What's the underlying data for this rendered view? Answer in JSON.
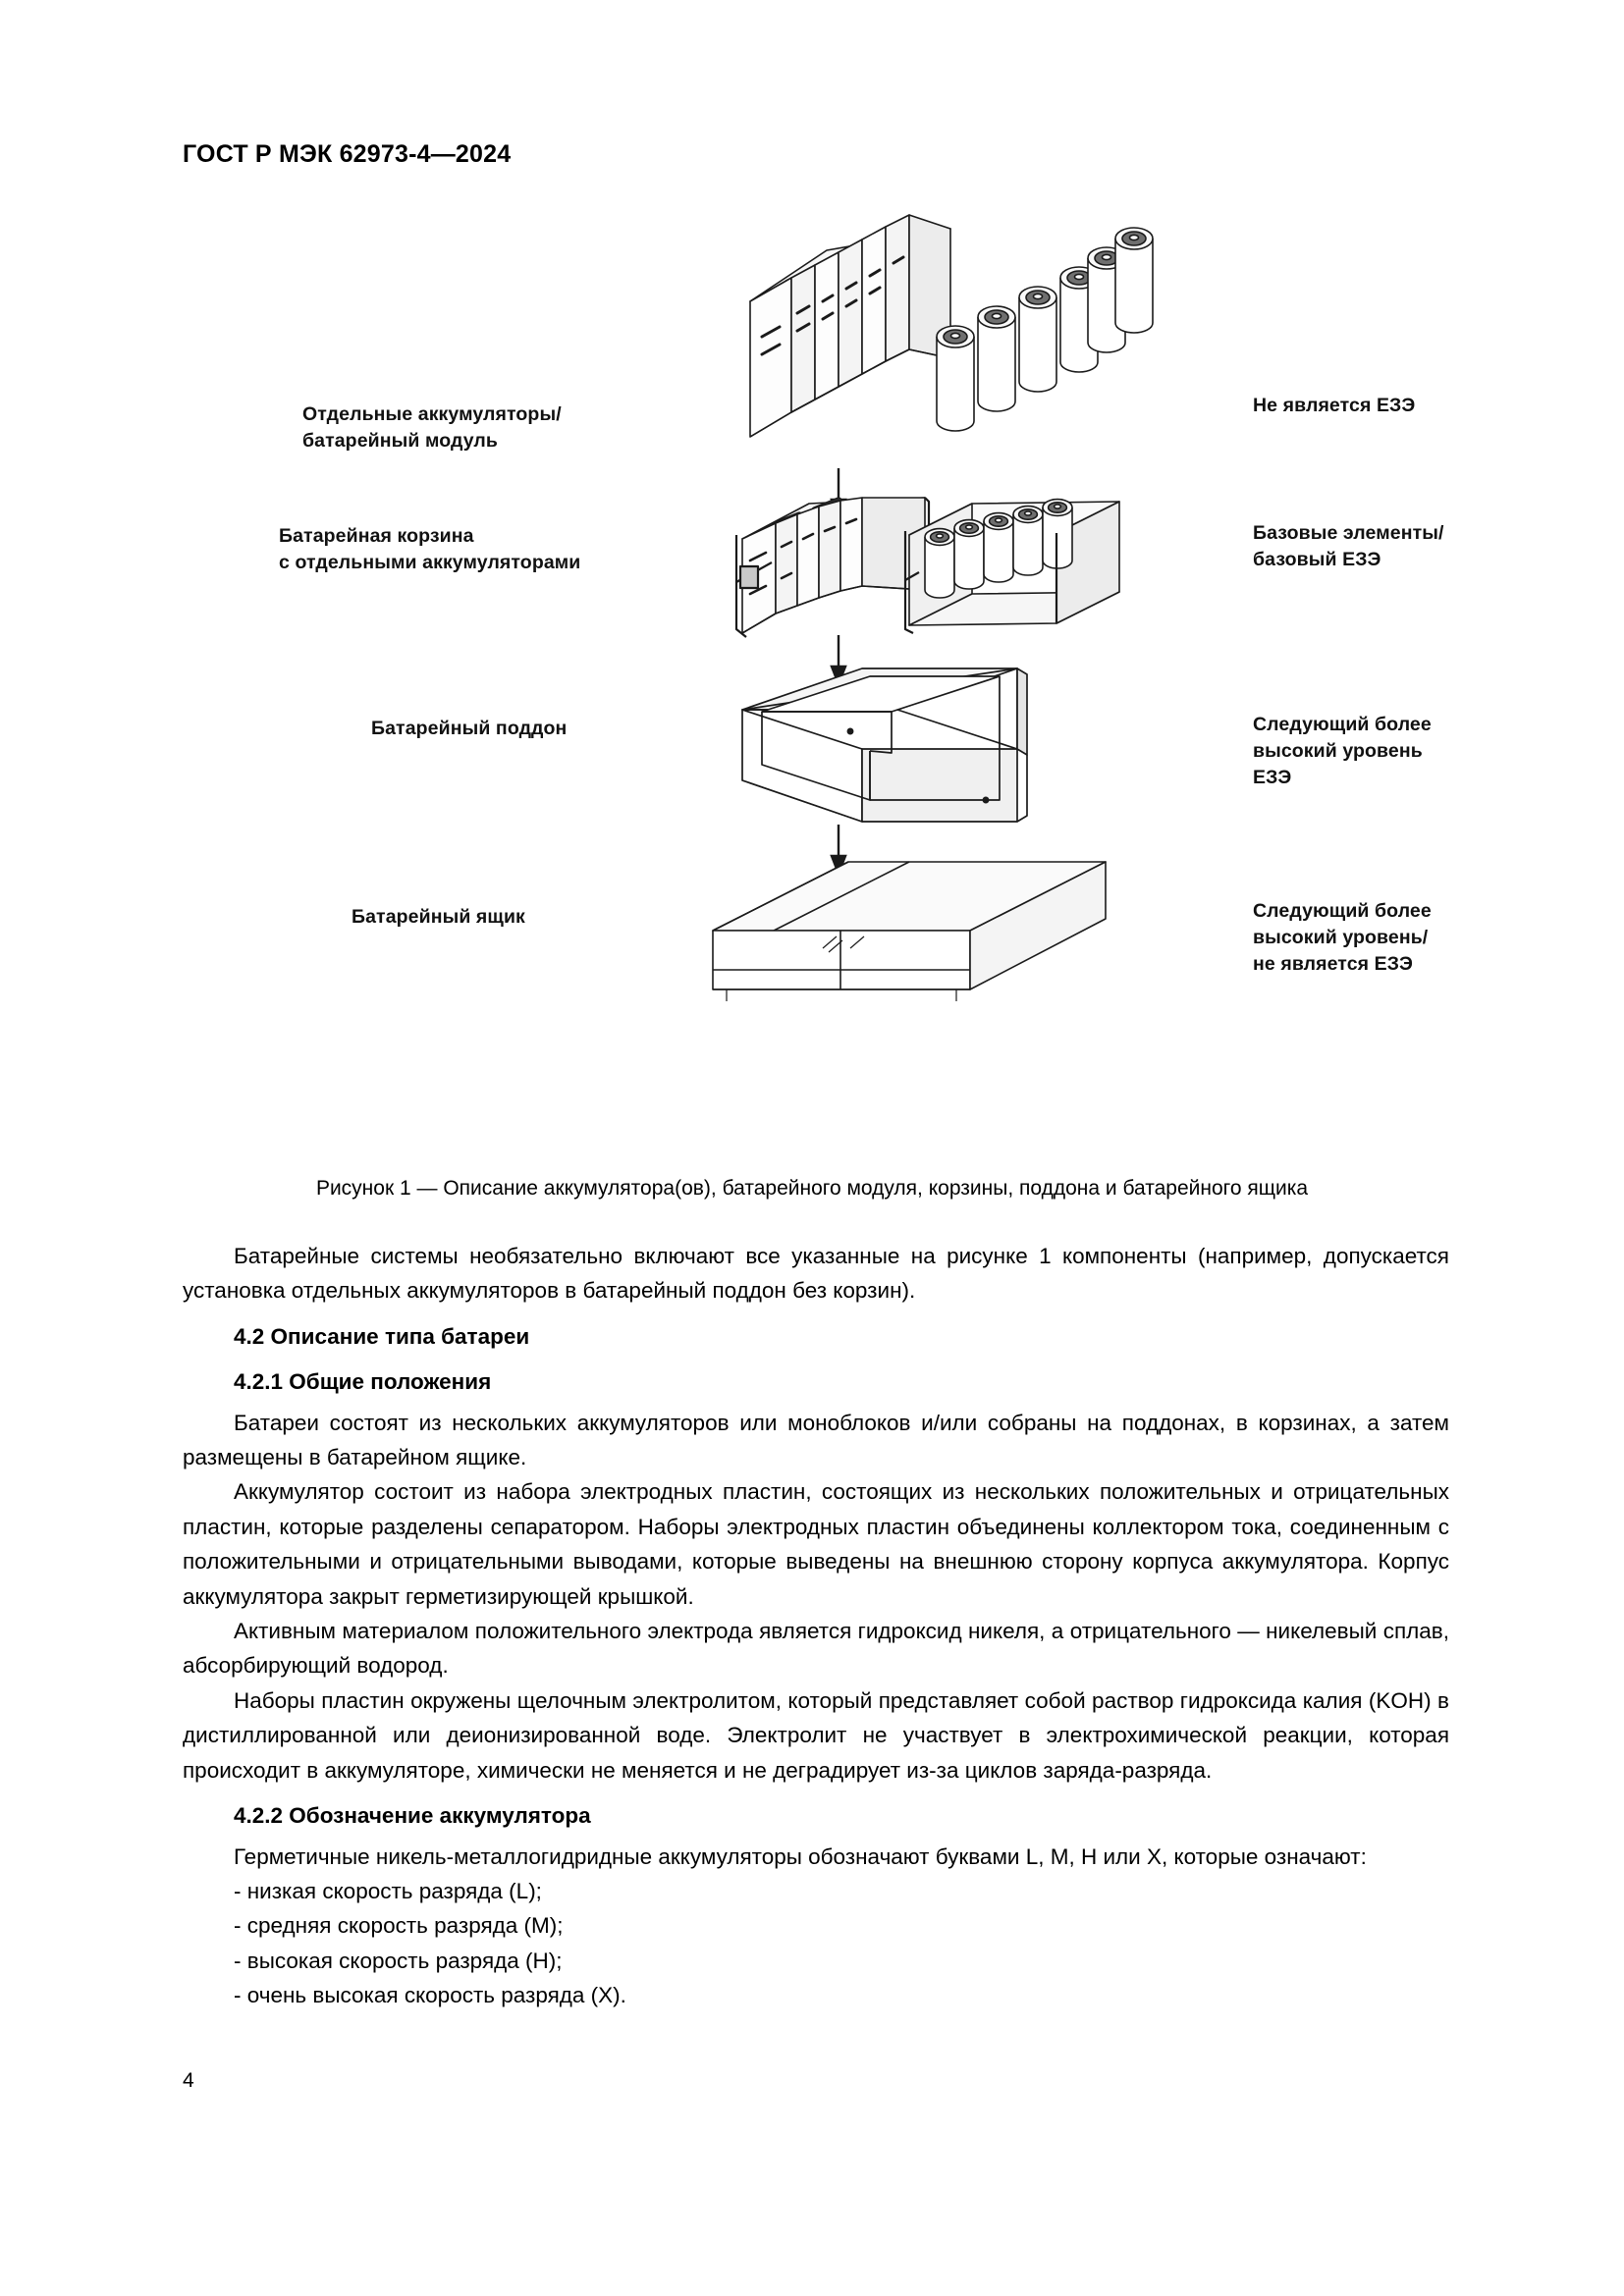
{
  "header": {
    "standard_code": "ГОСТ Р МЭК 62973-4—2024"
  },
  "figure": {
    "labels": {
      "individual_cells": "Отдельные аккумуляторы/\nбатарейный модуль",
      "not_ees": "Не является ЕЗЭ",
      "battery_crate": "Батарейная корзина\nс отдельными аккумуляторами",
      "base_elements": "Базовые элементы/\nбазовый ЕЗЭ",
      "battery_tray": "Батарейный поддон",
      "next_level_ees": "Следующий более\nвысокий уровень ЕЗЭ",
      "battery_box": "Батарейный ящик",
      "next_level_or_not_ees": "Следующий более\nвысокий уровень/\nне является ЕЗЭ"
    },
    "caption": "Рисунок 1 — Описание аккумулятора(ов), батарейного модуля, корзины, поддона и батарейного ящика"
  },
  "body": {
    "para_intro": "Батарейные системы необязательно включают все указанные на рисунке 1 компоненты (например, допускается установка отдельных аккумуляторов в батарейный поддон без корзин).",
    "heading_4_2": "4.2  Описание типа батареи",
    "heading_4_2_1": "4.2.1  Общие положения",
    "para_1": "Батареи состоят из нескольких аккумуляторов или моноблоков и/или собраны на поддонах, в корзинах, а затем размещены в батарейном ящике.",
    "para_2": "Аккумулятор состоит из набора электродных пластин, состоящих из нескольких положительных и отрицательных пластин, которые разделены сепаратором. Наборы электродных пластин объединены коллектором тока, соединенным с положительными и отрицательными выводами, которые выведены на внешнюю сторону корпуса аккумулятора. Корпус аккумулятора закрыт герметизирующей крышкой.",
    "para_3": "Активным материалом положительного электрода является гидроксид никеля, а отрицательного — никелевый сплав, абсорбирующий водород.",
    "para_4": "Наборы пластин окружены щелочным электролитом, который представляет собой раствор гидроксида калия (KOH) в дистиллированной или деионизированной воде. Электролит не участвует в электрохимической реакции, которая происходит в аккумуляторе, химически не меняется и не деградирует из-за циклов заряда-разряда.",
    "heading_4_2_2": "4.2.2  Обозначение аккумулятора",
    "para_5": "Герметичные никель-металлогидридные аккумуляторы обозначают буквами L, M, H или X, которые означают:",
    "list_items": [
      "- низкая скорость разряда (L);",
      "- средняя скорость разряда (M);",
      "- высокая скорость разряда (H);",
      "- очень высокая скорость разряда (X)."
    ]
  },
  "footer": {
    "page_number": "4"
  },
  "colors": {
    "text": "#000000",
    "background": "#ffffff",
    "line": "#1a1a1a",
    "fill_light": "#f2f2f2",
    "fill_mid": "#d9d9d9",
    "fill_dark": "#808080"
  }
}
